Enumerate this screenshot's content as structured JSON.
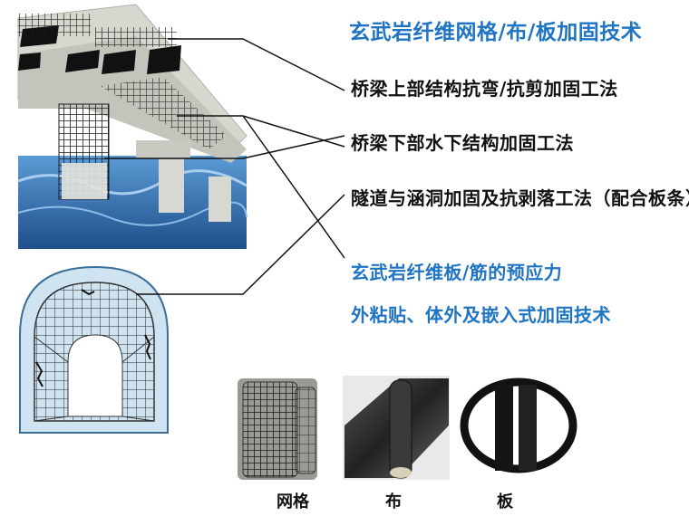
{
  "title": "玄武岩纤维网格/布/板加固技术",
  "labels": [
    "桥梁上部结构抗弯/抗剪加固工法",
    "桥梁下部水下结构加固工法",
    "隧道与涵洞加固及抗剥落工法（配合板条）"
  ],
  "highlight_lines": [
    "玄武岩纤维板/筋的预应力",
    "外粘贴、体外及嵌入式加固技术"
  ],
  "product_captions": [
    "网格",
    "布",
    "板"
  ],
  "colors": {
    "accent": "#1f74c4",
    "text": "#111111",
    "water": "#2f6fae",
    "concrete": "#cfcfc8",
    "fiber": "#1a1a1a"
  }
}
